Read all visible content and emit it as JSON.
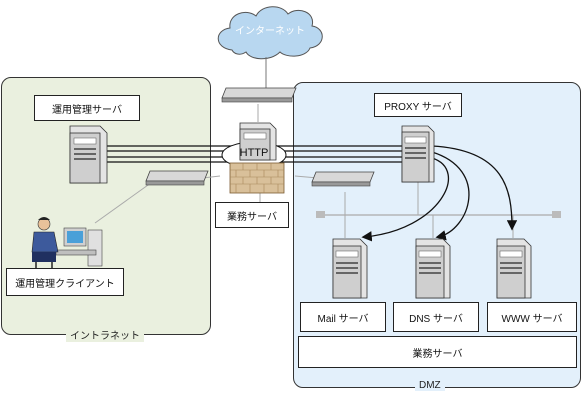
{
  "zones": {
    "intranet": "イントラネット",
    "dmz": "DMZ"
  },
  "cloud": "インターネット",
  "http": "HTTP",
  "boxes": {
    "ops_server": "運用管理サーバ",
    "ops_client": "運用管理クライアント",
    "biz_server_center": "業務サーバ",
    "proxy_server": "PROXY サーバ",
    "mail_server": "Mail サーバ",
    "dns_server": "DNS サーバ",
    "www_server": "WWW サーバ",
    "biz_server_dmz": "業務サーバ"
  },
  "colors": {
    "intranet_bg": "#eaf0df",
    "dmz_bg": "#e3f0fb",
    "cloud": "#b8d7f0",
    "firewall": "#d9c09a"
  }
}
